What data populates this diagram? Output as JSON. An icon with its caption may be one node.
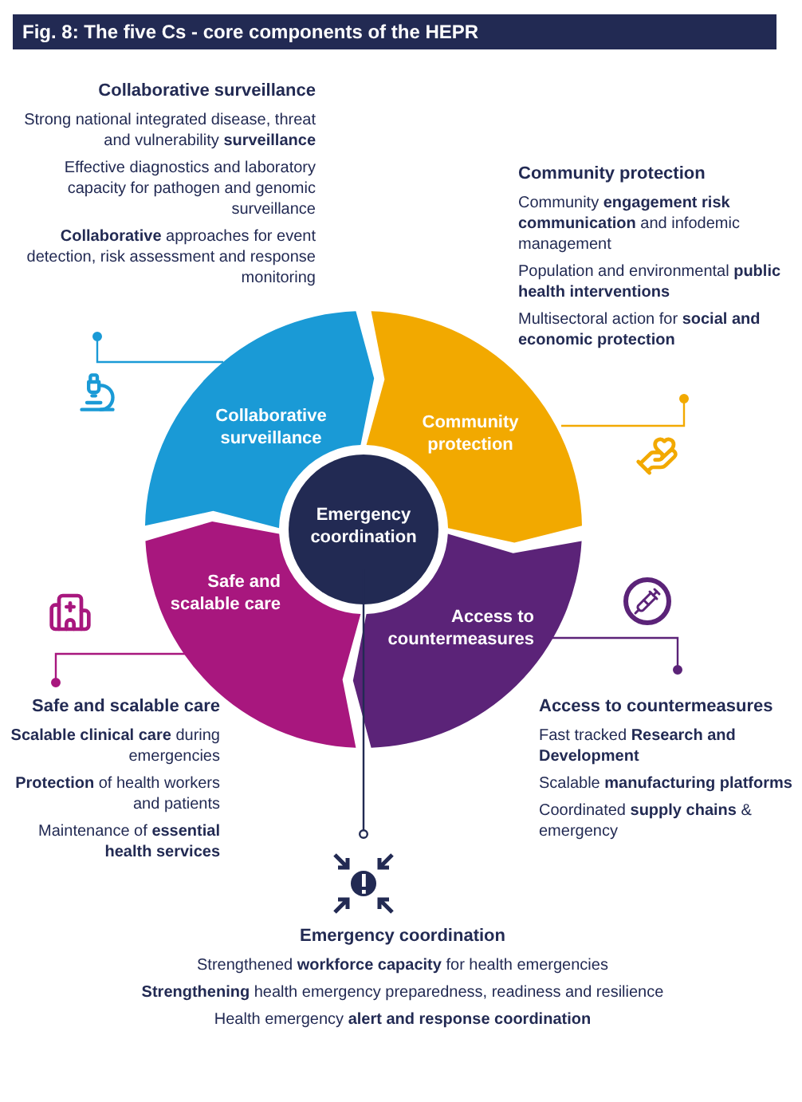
{
  "diagram": {
    "title": "Fig. 8: The five Cs - core components of the HEPR",
    "nodes": [
      {
        "text": [
          "Collaborative surveillance"
        ]
      },
      {
        "text": [
          "Community protection"
        ]
      },
      {
        "text": [
          "Access to countermeasures"
        ]
      },
      {
        "text": [
          "Safe and scalable care"
        ]
      },
      {
        "text": [
          "Emergency coordination"
        ]
      },
      {
        "text": [
          "Collaborative surveillance",
          "Strong national integrated disease, threat and vulnerability **surveillance**",
          "Effective diagnostics and laboratory capacity for pathogen and genomic surveillance",
          "**Collaborative** approaches for event detection, risk assessment and response monitoring"
        ]
      },
      {
        "text": [
          "Community protection",
          "Community **engagement risk communication** and infodemic management",
          "Population and environmental **public health interventions**",
          "Multisectoral action for **social and economic protection**"
        ]
      },
      {
        "text": [
          "Access to countermeasures",
          "Fast tracked **Research and Development**",
          "Scalable **manufacturing platforms**",
          "Coordinated **supply chains** & emergency"
        ]
      },
      {
        "text": [
          "Safe and scalable care",
          "**Scalable clinical care** during emergencies",
          "**Protection** of health workers and patients",
          "Maintenance of **essential health services**"
        ]
      },
      {
        "text": [
          "Emergency coordination",
          "Strengthened **workforce capacity** for health emergencies",
          "**Strengthening** health emergency preparedness, readiness and resilience",
          "Health emergency **alert and response coordination**"
        ]
      }
    ],
    "edges": [
      {
        "from": 5,
        "to": 0,
        "arrow": "other",
        "color": "#1a9ad6"
      },
      {
        "from": 6,
        "to": 1,
        "arrow": "other",
        "color": "#f2a900"
      },
      {
        "from": 7,
        "to": 2,
        "arrow": "other",
        "color": "#5b2378"
      },
      {
        "from": 8,
        "to": 3,
        "arrow": "other",
        "color": "#a8177e"
      },
      {
        "from": 9,
        "to": 4,
        "arrow": "other",
        "color": "#222a53"
      }
    ]
  }
}
